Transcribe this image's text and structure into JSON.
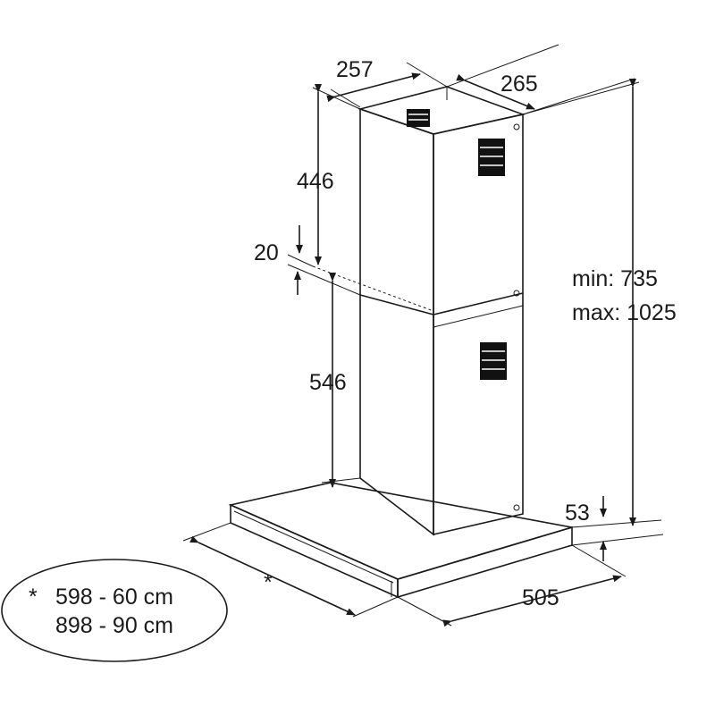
{
  "dimensions": {
    "chimney_depth": "257",
    "chimney_width": "265",
    "upper_section_height": "446",
    "overlap": "20",
    "lower_section_height": "546",
    "total_height_min": "min: 735",
    "total_height_max": "max: 1025",
    "hood_thickness": "53",
    "hood_depth": "505",
    "hood_width_marker": "*"
  },
  "legend": {
    "marker": "*",
    "line1": "598 - 60 cm",
    "line2": "898 - 90 cm"
  },
  "colors": {
    "line": "#1a1a1a",
    "background": "#ffffff"
  }
}
